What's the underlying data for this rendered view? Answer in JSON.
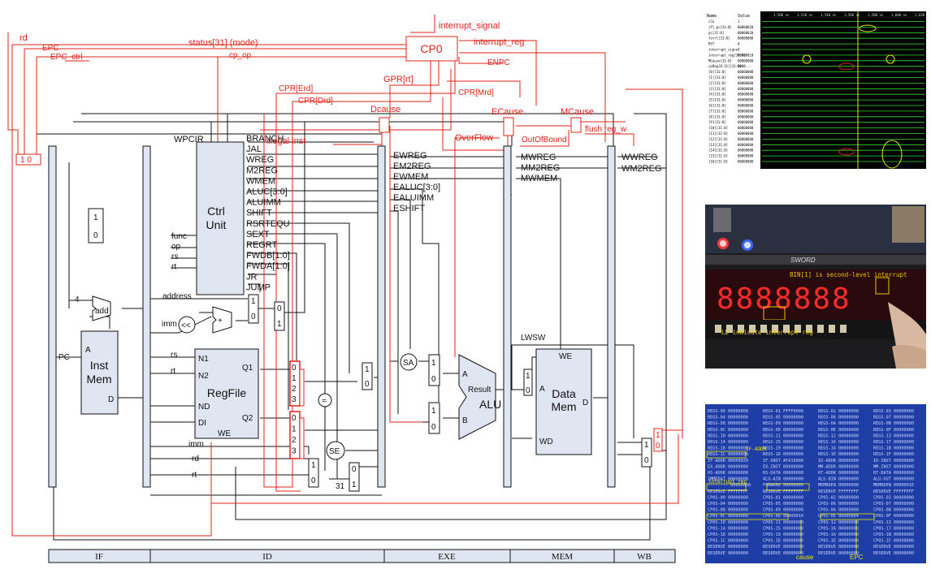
{
  "diagram": {
    "cp0": "CP0",
    "interrupt_signal": "interrupt_signal",
    "interrupt_reg": "interrupt_reg",
    "rd": "rd",
    "epc": "EPC",
    "epc_ctrl": "EPC_ctrl",
    "status": "status[31] (mode)",
    "cp_op": "cp_op",
    "enpc": "ENPC",
    "gpr_rt": "GPR[rt]",
    "cpr_rd_1": "CPR[Erd]",
    "cpr_rd_2": "CPR[Drd]",
    "cpr_mrd": "CPR[Mrd]",
    "dcause": "Dcause",
    "ecause": "ECause",
    "mcause": "MCause",
    "overflow": "OverFlow",
    "outofbound": "OutOfBound",
    "flush": "flush reg_w",
    "illegal": "illegal inst",
    "mux_10": "1   0",
    "wpcir": "WPCIR",
    "ctrl_unit": "Ctrl Unit",
    "ctrl_outputs": [
      "BRANCH",
      "JAL",
      "WREG",
      "M2REG",
      "WMEM",
      "ALUC[3:0]",
      "ALUIMM",
      "SHIFT",
      "RSRTEQU",
      "SEXT",
      "REGRT",
      "FWDB[1:0]",
      "FWDA[1:0]",
      "JR",
      "JUMP"
    ],
    "ctrl_inputs": [
      "func",
      "op",
      "rs",
      "rt"
    ],
    "e_signals": [
      "EWREG",
      "EM2REG",
      "EWMEM",
      "EALUC[3:0]",
      "EALUIMM",
      "ESHIFT"
    ],
    "m_signals": [
      "MWREG",
      "MM2REG",
      "MWMEM"
    ],
    "w_signals": [
      "WWREG",
      "WM2REG"
    ],
    "add": "add",
    "four": "4",
    "pc": "PC",
    "inst_mem": "Inst Mem",
    "inst_a": "A",
    "inst_d": "D",
    "address": "address",
    "imm_shift": "imm",
    "shl": "<<",
    "plus": "+",
    "regfile": "RegFile",
    "rf_ports": [
      "N1",
      "N2",
      "ND",
      "DI",
      "Q1",
      "Q2",
      "WE"
    ],
    "rf_inputs": [
      "rs",
      "rt"
    ],
    "mux4": [
      "0",
      "1",
      "2",
      "3"
    ],
    "mux2": [
      "1",
      "0"
    ],
    "eq": "=",
    "se": "SE",
    "sa": "SA",
    "alu": "ALU",
    "alu_ports": [
      "A",
      "B",
      "Result"
    ],
    "imm": "imm",
    "rd_in": "rd",
    "rt_in": "rt",
    "thirty_one": "31",
    "lwsw": "LWSW",
    "data_mem": "Data Mem",
    "dm_ports": [
      "WE",
      "A",
      "D",
      "WD"
    ],
    "stages": [
      "IF",
      "ID",
      "EXE",
      "MEM",
      "WB"
    ]
  },
  "sim": {
    "headers": [
      "Name",
      "Value"
    ],
    "names": [
      "clk",
      "ifl_pc[31:0]",
      "pc[31:0]",
      "fstrl[31:0]",
      "RST",
      "interrupt_signal",
      "interrupt_reg[31:0]",
      "MCause[31:0]",
      "cpReg[0:31][31:0]",
      "[0][31:0]",
      "[1][31:0]",
      "[2][31:0]",
      "[3][31:0]",
      "[4][31:0]",
      "[5][31:0]",
      "[6][31:0]",
      "[7][31:0]",
      "[8][31:0]",
      "[9][31:0]",
      "[10][31:0]",
      "[11][31:0]",
      "[12][31:0]",
      "[13][31:0]",
      "[14][31:0]",
      "[15][31:0]",
      "[16][31:0]"
    ],
    "values": [
      "1",
      "00000020",
      "00000020",
      "00000000",
      "0",
      "1",
      "00000010",
      "00000000",
      "0000...",
      "00000000",
      "00000000",
      "00000000",
      "00000000",
      "00000000",
      "00000000",
      "00000000",
      "00000000",
      "00000000",
      "00000000",
      "00000000",
      "00000000",
      "00000000",
      "00000000",
      "00000000",
      "00000000",
      "00000000"
    ],
    "times": [
      "1,500 ns",
      "1,520 ns",
      "1,540 ns",
      "1,560 ns",
      "1,580 ns",
      "1,600 ns",
      "1,620 ns"
    ]
  },
  "board": {
    "overlay_text": "BIN[1] is second-level interrupt",
    "bottom_text": "LD indicate interrupt reg",
    "digits": "8888888",
    "brand": "SWORD"
  },
  "vga": {
    "rows": [
      [
        "REGS-00 00000000",
        "REGS-01 FFFF0000",
        "REGS-02 00000000",
        "REGS-03 00000000"
      ],
      [
        "REGS-04 00000000",
        "REGS-05 00000000",
        "REGS-06 00000000",
        "REGS-07 00000000"
      ],
      [
        "REGS-08 00000000",
        "REGS-09 00000000",
        "REGS-0A 00000000",
        "REGS-0B 00000000"
      ],
      [
        "REGS-0C 00000000",
        "REGS-0D 00000000",
        "REGS-0E 00000000",
        "REGS-0F 00000000"
      ],
      [
        "REGS-10 00000000",
        "REGS-11 00000000",
        "REGS-12 00000000",
        "REGS-13 00000000"
      ],
      [
        "REGS-14 00000000",
        "REGS-15 00000000",
        "REGS-16 00000000",
        "REGS-17 00000000"
      ],
      [
        "REGS-18 00000000",
        "REGS-19 00000000",
        "REGS-1A 00000000",
        "REGS-1B 00000000"
      ],
      [
        "REGS-1C 00000000",
        "REGS-1D 00000000",
        "REGS-1E 00000000",
        "REGS-1F 00000000"
      ],
      [
        "IF-ADDR 00000020",
        "IF-INST AFA10000",
        "ID-ADDR 00000000",
        "ID-INST 00000000"
      ],
      [
        "EX-ADDR 00000000",
        "EX-INST 00000000",
        "MM-ADDR 00000000",
        "MM-INST 00000000"
      ],
      [
        "RS-ADDR 00000000",
        "RS-DATA 00000000",
        "RT-ADDR 00000000",
        "RT-DATA 00000000"
      ],
      [
        "IMMEDAT 00000000",
        "ALU-AIN 00000000",
        "ALU-BIN 00000000",
        "ALU-OUT 00000000"
      ],
      [
        "-------- 00000000",
        "FORWARD 00000000",
        "MEMRDEN 00000000",
        "MEMRDEN 0000001E"
      ],
      [
        "RESERVE FFFFFFFF",
        "RESERVE FFFFFFFF",
        "RESERVE FFFFFFFF",
        "RESERVE FFFFFFFF"
      ],
      [
        "CP0S-00 00000000",
        "CP0S-01 00000000",
        "CP0S-02 00000000",
        "CP0S-03 00000000"
      ],
      [
        "CP0S-04 00000000",
        "CP0S-05 00000000",
        "CP0S-06 00000000",
        "CP0S-07 00000000"
      ],
      [
        "CP0S-08 00000000",
        "CP0S-09 00000000",
        "CP0S-0A 00000000",
        "CP0S-0B 00000000"
      ],
      [
        "CP0S-0C 00000000",
        "CP0S-0D 00000010",
        "CP0S-0E 00000004",
        "CP0S-0F 00000000"
      ],
      [
        "CP0S-10 00000000",
        "CP0S-11 00000000",
        "CP0S-12 00000000",
        "CP0S-13 00000000"
      ],
      [
        "CP0S-14 00000000",
        "CP0S-15 00000000",
        "CP0S-16 00000000",
        "CP0S-17 00000000"
      ],
      [
        "CP0S-18 00000000",
        "CP0S-19 00000000",
        "CP0S-1A 00000000",
        "CP0S-1B 00000000"
      ],
      [
        "CP0S-1C 00000000",
        "CP0S-1D 00000000",
        "CP0S-1E 00000000",
        "CP0S-1F 00000000"
      ],
      [
        "RESERVE 00000000",
        "RESERVE 00000000",
        "RESERVE 00000000",
        "RESERVE 00000000"
      ],
      [
        "RESERVE 00000000",
        "RESERVE 00000000",
        "RESERVE 00000000",
        "RESERVE 00000000"
      ]
    ],
    "ann_if": "IF-ADDR",
    "ann_interrupt": "interrupt_reg",
    "ann_cause": "cause",
    "ann_epc": "EPC"
  },
  "colors": {
    "red": "#e2231a",
    "pipe_reg": "#dfe5f1",
    "black": "#111111",
    "stage_bar": "#dfe5f1"
  }
}
